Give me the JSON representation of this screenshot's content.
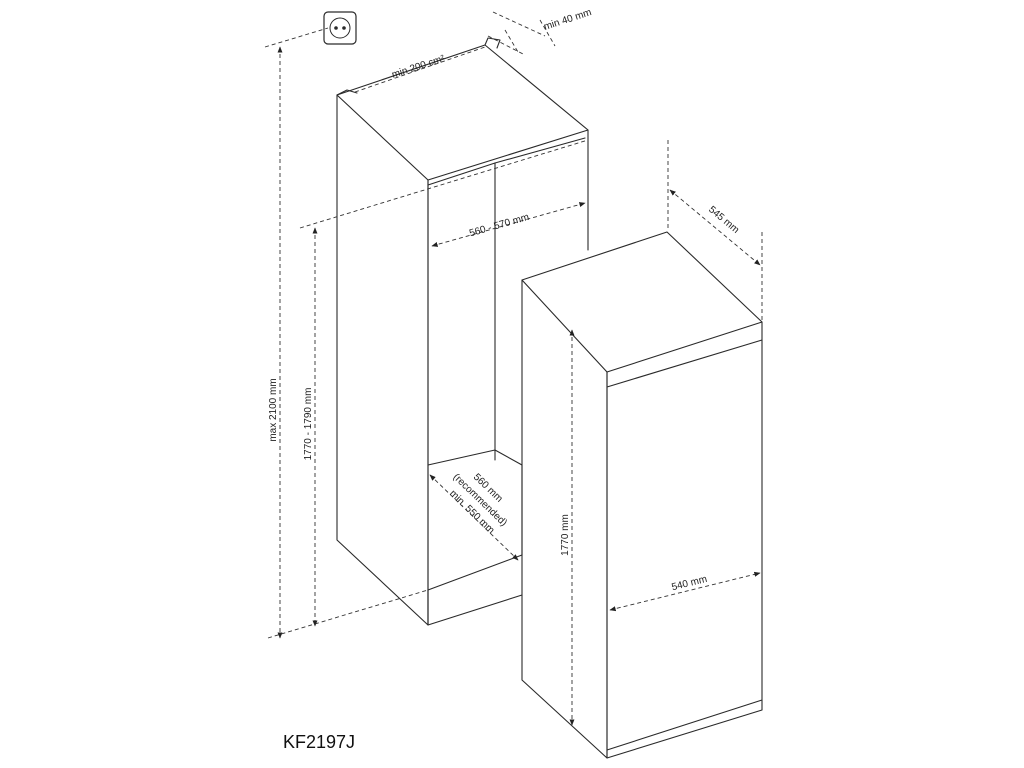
{
  "model": "KF2197J",
  "dimensions": {
    "vent_gap": "min 40 mm",
    "vent_area": "min 200 cm²",
    "max_height": "max 2100 mm",
    "niche_height": "1770 - 1790 mm",
    "niche_width": "560 - 570 mm",
    "niche_depth_line1": "560 mm",
    "niche_depth_line2": "(recommended)",
    "niche_depth_line3": "min. 550 mm",
    "appliance_depth": "545 mm",
    "appliance_width": "540 mm",
    "appliance_height": "1770 mm"
  },
  "icons": {
    "socket": "power-socket-icon"
  }
}
